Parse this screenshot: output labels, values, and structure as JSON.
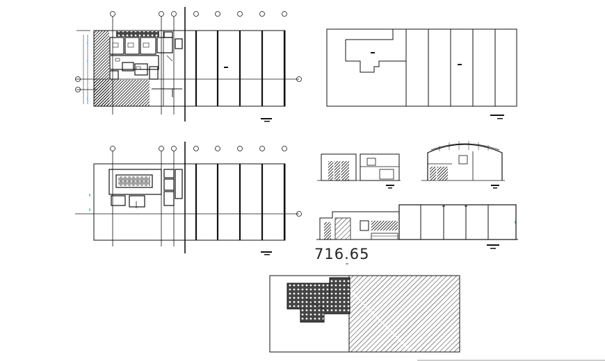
{
  "sheet": {
    "dimension_label": "716.65"
  },
  "colors": {
    "ink": "#111111",
    "accent": "#2aa3c8",
    "paper": "#ffffff"
  },
  "views": [
    {
      "name": "ground-floor-plan",
      "kind": "plan"
    },
    {
      "name": "roof-plan",
      "kind": "plan"
    },
    {
      "name": "upper-floor-plan",
      "kind": "plan"
    },
    {
      "name": "section-a-a",
      "kind": "section"
    },
    {
      "name": "section-b-b",
      "kind": "section"
    },
    {
      "name": "front-elevation",
      "kind": "elevation"
    },
    {
      "name": "site-plan",
      "kind": "plan"
    }
  ]
}
